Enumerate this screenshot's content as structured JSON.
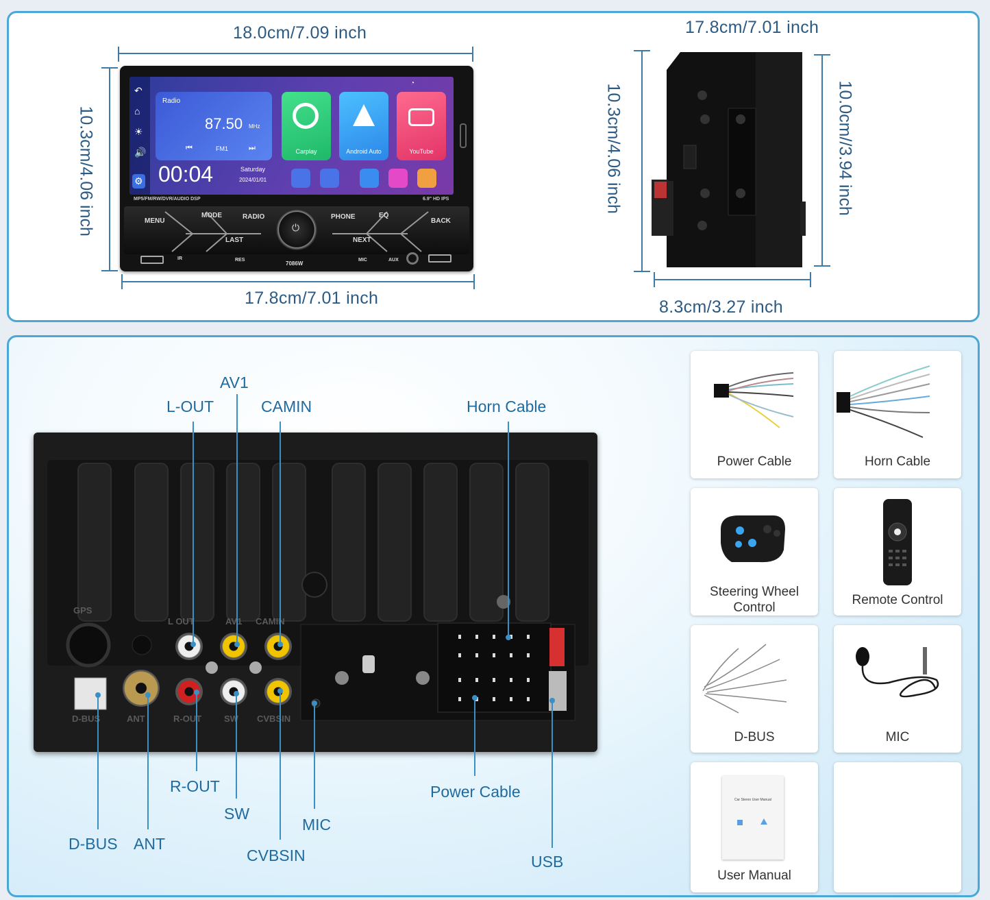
{
  "dimensions": {
    "front_width_top": "18.0cm/7.09 inch",
    "front_width_bottom": "17.8cm/7.01 inch",
    "front_height": "10.3cm/4.06 inch",
    "side_depth_top": "17.8cm/7.01 inch",
    "side_height_left": "10.3cm/4.06 inch",
    "side_height_right": "10.0cm//3.94 inch",
    "side_depth_bottom": "8.3cm/3.27 inch"
  },
  "screen": {
    "radio_label": "Radio",
    "frequency": "87.50",
    "freq_unit": "MHz",
    "band": "FM1",
    "clock": "00:04",
    "day": "Saturday",
    "date": "2024/01/01",
    "apps": [
      {
        "label": "Carplay",
        "color": "#2fd07a"
      },
      {
        "label": "Android Auto",
        "color": "#3aa6f0"
      },
      {
        "label": "YouTube",
        "color": "#f0406a"
      }
    ],
    "footer_left": "MP5/FM/RW/DVR/AUDIO DSP",
    "footer_right": "6.9\" HD IPS"
  },
  "buttons": {
    "menu": "MENU",
    "mode": "MODE",
    "radio": "RADIO",
    "last": "LAST",
    "phone": "PHONE",
    "eq": "EQ",
    "next": "NEXT",
    "back": "BACK",
    "model": "7086W",
    "res": "RES",
    "mic": "MIC",
    "aux": "AUX",
    "ir": "IR"
  },
  "rear_labels": {
    "gps": "GPS",
    "lout": "L OUT",
    "av1": "AV1",
    "camin": "CAMIN",
    "dbus": "D-BUS",
    "ant": "ANT",
    "rout": "R-OUT",
    "sw": "SW",
    "cvbsin": "CVBSIN"
  },
  "callouts": {
    "av1": "AV1",
    "lout": "L-OUT",
    "camin": "CAMIN",
    "horn": "Horn Cable",
    "rout": "R-OUT",
    "sw": "SW",
    "mic": "MIC",
    "cvbsin": "CVBSIN",
    "dbus": "D-BUS",
    "ant": "ANT",
    "power": "Power Cable",
    "usb": "USB"
  },
  "accessories": [
    {
      "label": "Power Cable"
    },
    {
      "label": "Horn Cable"
    },
    {
      "label": "Steering Wheel Control"
    },
    {
      "label": "Remote Control"
    },
    {
      "label": "D-BUS"
    },
    {
      "label": "MIC"
    },
    {
      "label": "User Manual"
    },
    {
      "label": ""
    }
  ],
  "manual_cover_title": "Car Stereo User Manual",
  "colors": {
    "frame": "#4aa7d6",
    "dimension_text": "#2b5b84",
    "callout_text": "#1f6a9e",
    "leader": "#3a8fc4"
  }
}
